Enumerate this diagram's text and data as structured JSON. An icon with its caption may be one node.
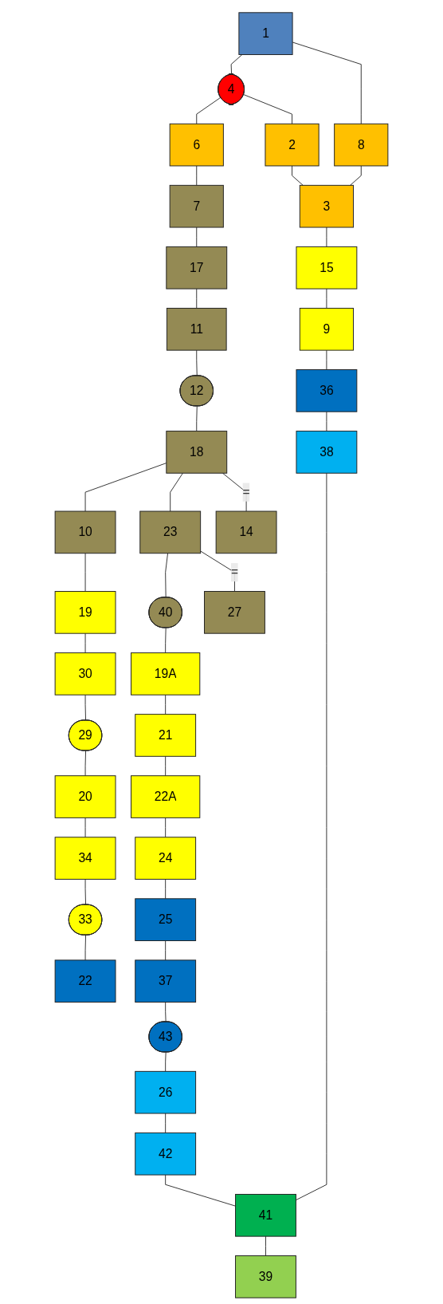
{
  "diagram": {
    "nodes": [
      {
        "text": [
          "1"
        ]
      },
      {
        "text": [
          "4"
        ]
      },
      {
        "text": [
          "2"
        ]
      },
      {
        "text": [
          "8"
        ]
      },
      {
        "text": [
          "6"
        ]
      },
      {
        "text": [
          "3"
        ]
      },
      {
        "text": [
          "7"
        ]
      },
      {
        "text": [
          "17"
        ]
      },
      {
        "text": [
          "11"
        ]
      },
      {
        "text": [
          "12"
        ]
      },
      {
        "text": [
          "18"
        ]
      },
      {
        "text": [
          "14"
        ]
      },
      {
        "text": [
          "10"
        ]
      },
      {
        "text": [
          "23"
        ]
      },
      {
        "text": [
          "27"
        ]
      },
      {
        "text": [
          "40"
        ]
      },
      {
        "text": [
          "19"
        ]
      },
      {
        "text": [
          "19A"
        ]
      },
      {
        "text": [
          "15"
        ]
      },
      {
        "text": [
          "30"
        ]
      },
      {
        "text": [
          "21"
        ]
      },
      {
        "text": [
          "29"
        ]
      },
      {
        "text": [
          "22A"
        ]
      },
      {
        "text": [
          "20"
        ]
      },
      {
        "text": [
          "24"
        ]
      },
      {
        "text": [
          "9"
        ]
      },
      {
        "text": [
          "34"
        ]
      },
      {
        "text": [
          "33"
        ]
      },
      {
        "text": [
          "22"
        ]
      },
      {
        "text": [
          "25"
        ]
      },
      {
        "text": [
          "36"
        ]
      },
      {
        "text": [
          "37"
        ]
      },
      {
        "text": [
          "43"
        ]
      },
      {
        "text": [
          "26"
        ]
      },
      {
        "text": [
          "38"
        ]
      },
      {
        "text": [
          "42"
        ]
      },
      {
        "text": [
          "41"
        ]
      },
      {
        "text": [
          "39"
        ]
      }
    ],
    "edges": [
      {
        "from": 0,
        "to": 1,
        "arrow": "none"
      },
      {
        "from": 0,
        "to": 3,
        "arrow": "none"
      },
      {
        "from": 1,
        "to": 4,
        "arrow": "none"
      },
      {
        "from": 1,
        "to": 2,
        "arrow": "none"
      },
      {
        "from": 2,
        "to": 5,
        "arrow": "none"
      },
      {
        "from": 3,
        "to": 5,
        "arrow": "none"
      },
      {
        "from": 4,
        "to": 6,
        "arrow": "none"
      },
      {
        "from": 6,
        "to": 7,
        "arrow": "none"
      },
      {
        "from": 7,
        "to": 8,
        "arrow": "none"
      },
      {
        "from": 8,
        "to": 9,
        "arrow": "none"
      },
      {
        "from": 9,
        "to": 10,
        "arrow": "none"
      },
      {
        "from": 10,
        "to": 12,
        "arrow": "none"
      },
      {
        "from": 10,
        "to": 13,
        "arrow": "none"
      },
      {
        "from": 13,
        "to": 15,
        "arrow": "none"
      },
      {
        "from": 12,
        "to": 16,
        "arrow": "none"
      },
      {
        "from": 16,
        "to": 19,
        "arrow": "none"
      },
      {
        "from": 19,
        "to": 21,
        "arrow": "none"
      },
      {
        "from": 21,
        "to": 23,
        "arrow": "none"
      },
      {
        "from": 23,
        "to": 26,
        "arrow": "none"
      },
      {
        "from": 26,
        "to": 27,
        "arrow": "none"
      },
      {
        "from": 27,
        "to": 28,
        "arrow": "none"
      },
      {
        "from": 15,
        "to": 17,
        "arrow": "none"
      },
      {
        "from": 17,
        "to": 20,
        "arrow": "none"
      },
      {
        "from": 20,
        "to": 22,
        "arrow": "none"
      },
      {
        "from": 22,
        "to": 24,
        "arrow": "none"
      },
      {
        "from": 24,
        "to": 29,
        "arrow": "none"
      },
      {
        "from": 29,
        "to": 31,
        "arrow": "none"
      },
      {
        "from": 31,
        "to": 32,
        "arrow": "none"
      },
      {
        "from": 32,
        "to": 33,
        "arrow": "none"
      },
      {
        "from": 33,
        "to": 35,
        "arrow": "none"
      },
      {
        "from": 35,
        "to": 36,
        "arrow": "none"
      },
      {
        "from": 5,
        "to": 18,
        "arrow": "none"
      },
      {
        "from": 18,
        "to": 25,
        "arrow": "none"
      },
      {
        "from": 25,
        "to": 30,
        "arrow": "none"
      },
      {
        "from": 30,
        "to": 34,
        "arrow": "none"
      },
      {
        "from": 34,
        "to": 36,
        "arrow": "none"
      },
      {
        "from": 36,
        "to": 37,
        "arrow": "none"
      },
      {
        "from": 10,
        "to": 11,
        "arrow": "none",
        "label": "="
      },
      {
        "from": 13,
        "to": 14,
        "arrow": "none",
        "label": "="
      }
    ]
  }
}
